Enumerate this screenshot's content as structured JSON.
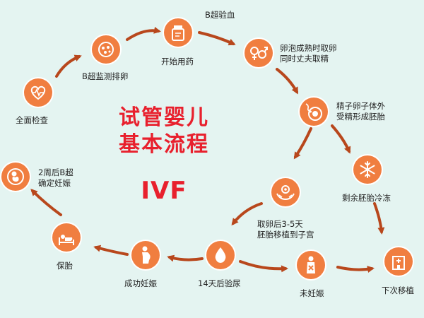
{
  "title": {
    "line1": "试管婴儿",
    "line2": "基本流程",
    "abbr": "IVF"
  },
  "steps": {
    "checkup": {
      "line1": "全面检查"
    },
    "monitor": {
      "line1": "B超监测排卵"
    },
    "medication": {
      "line1": "开始用药"
    },
    "bscan_blood": {
      "line1": "B超验血"
    },
    "retrieval": {
      "line1": "卵泡成熟时取卵",
      "line2": "同时丈夫取精"
    },
    "fertilization": {
      "line1": "精子卵子体外",
      "line2": "受精形成胚胎"
    },
    "freeze": {
      "line1": "剩余胚胎冷冻"
    },
    "transfer": {
      "line1": "取卵后3-5天",
      "line2": "胚胎移植到子宫"
    },
    "test": {
      "line1": "14天后验尿"
    },
    "pregnant": {
      "line1": "成功妊娠"
    },
    "protect": {
      "line1": "保胎"
    },
    "confirm": {
      "line1": "2周后B超",
      "line2": "确定妊娠"
    },
    "not_pregnant": {
      "line1": "未妊娠"
    },
    "next": {
      "line1": "下次移植"
    }
  },
  "colors": {
    "node": "#f07e40",
    "arrow": "#b8471c",
    "title": "#e8202d",
    "background": "#e4f4f1"
  },
  "icons": {
    "checkup": "heart-pulse-icon",
    "monitor": "ultrasound-icon",
    "medication": "medicine-bottle-icon",
    "retrieval": "gender-symbols-icon",
    "fertilization": "sperm-egg-icon",
    "freeze": "snowflake-icon",
    "transfer": "hands-embryo-icon",
    "test": "drop-icon",
    "pregnant": "pregnant-woman-icon",
    "protect": "bed-rest-icon",
    "confirm": "fetus-icon",
    "not_pregnant": "woman-cross-icon",
    "next": "hospital-icon"
  }
}
